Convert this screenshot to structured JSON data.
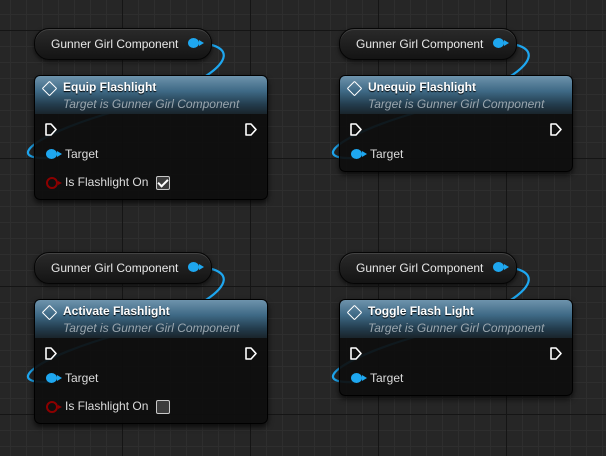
{
  "variable_label": "Gunner Girl Component",
  "function_subtitle": "Target is Gunner Girl Component",
  "target_label": "Target",
  "bool_label": "Is Flashlight On",
  "nodes": [
    {
      "title": "Equip Flashlight",
      "has_bool": true,
      "bool_value": true
    },
    {
      "title": "Unequip Flashlight",
      "has_bool": false
    },
    {
      "title": "Activate Flashlight",
      "has_bool": true,
      "bool_value": false
    },
    {
      "title": "Toggle Flash Light",
      "has_bool": false
    }
  ],
  "colors": {
    "object_pin": "#1ea7f0",
    "bool_pin": "#8c0000",
    "grid_background": "#262626",
    "function_header": "#3e6985"
  },
  "icons": {
    "function_icon": "function-diamond-icon",
    "exec_pin": "exec-arrow-icon",
    "object_pin": "object-reference-pin-icon",
    "bool_pin": "boolean-pin-icon"
  }
}
